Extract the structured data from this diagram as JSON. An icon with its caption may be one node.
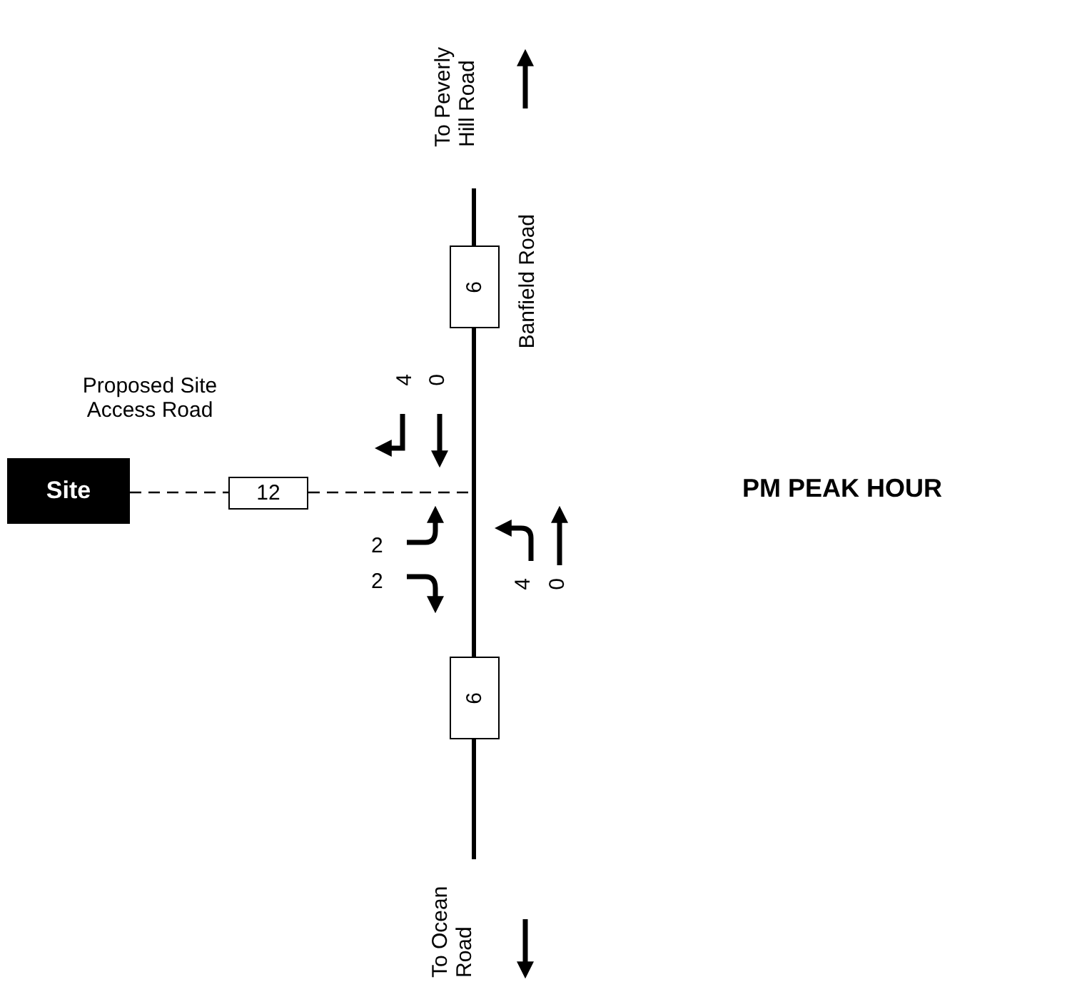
{
  "diagram": {
    "nodes": [
      {
        "text": [
          "Site"
        ]
      },
      {
        "text": [
          "12"
        ]
      },
      {
        "text": [
          "6"
        ]
      },
      {
        "text": [
          "6"
        ]
      }
    ],
    "edges": [
      {
        "from": 0,
        "to": 1,
        "arrow": "none",
        "style": "dashed"
      },
      {
        "from": 1,
        "to": null,
        "arrow": "none",
        "style": "dashed"
      },
      {
        "from": null,
        "to": 2,
        "arrow": "none"
      },
      {
        "from": 2,
        "to": 3,
        "arrow": "none"
      },
      {
        "from": 3,
        "to": null,
        "arrow": "none"
      }
    ],
    "labels": [
      "To Peverly Hill Road",
      "Banfield Road",
      "Proposed Site Access Road",
      "4",
      "0",
      "PM PEAK HOUR",
      "2",
      "2",
      "4",
      "0",
      "To Ocean Road"
    ]
  }
}
